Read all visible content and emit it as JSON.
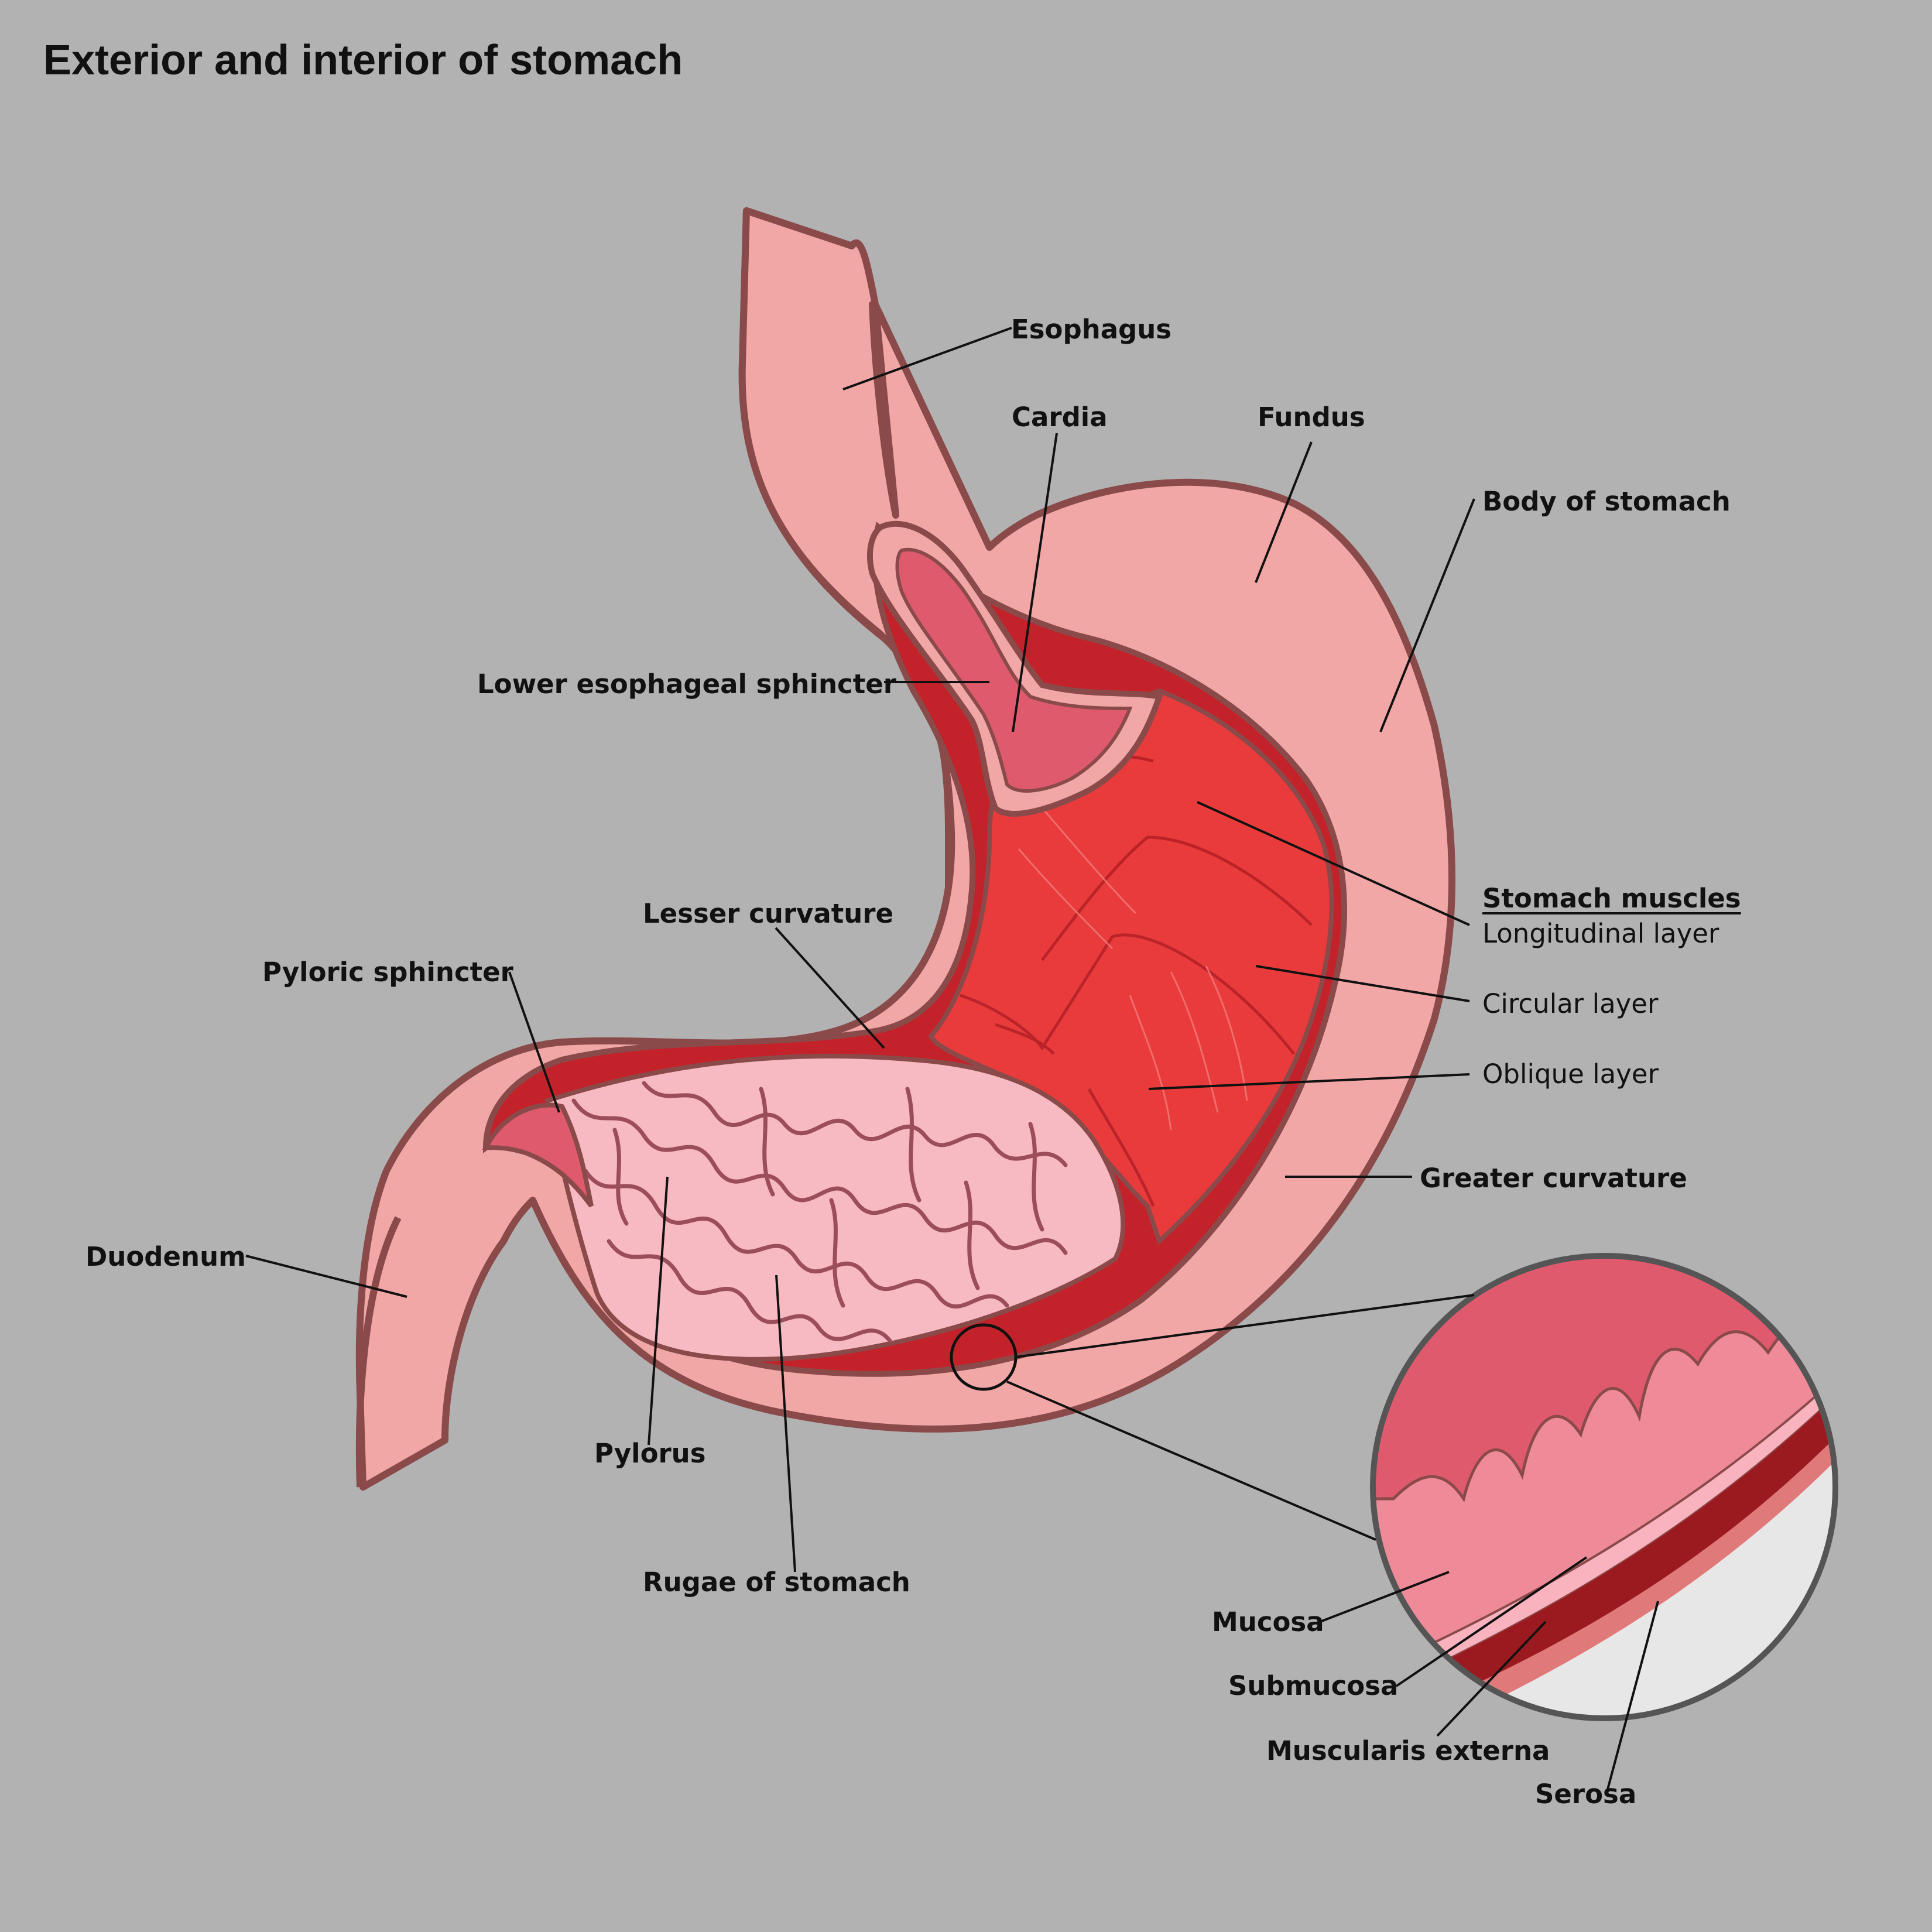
{
  "title": "Exterior and interior of stomach",
  "labels": {
    "esophagus": "Esophagus",
    "cardia": "Cardia",
    "fundus": "Fundus",
    "body": "Body of stomach",
    "les": "Lower esophageal sphincter",
    "lesser": "Lesser curvature",
    "pyloric_sphincter": "Pyloric sphincter",
    "duodenum": "Duodenum",
    "pylorus": "Pylorus",
    "rugae": "Rugae of stomach",
    "greater": "Greater curvature"
  },
  "muscles": {
    "heading": "Stomach muscles",
    "layers": [
      "Longitudinal layer",
      "Circular layer",
      "Oblique layer"
    ]
  },
  "wall_layers": [
    "Mucosa",
    "Submucosa",
    "Muscularis externa",
    "Serosa"
  ],
  "colors": {
    "background": "#b2b2b2",
    "outline": "#8a4a4a",
    "outer_wall": "#f2a7a7",
    "muscle": "#e93b3b",
    "rugae": "#f7b9c2",
    "mucosa": "#ef8b98",
    "deep_mucosa": "#e05a6e",
    "submucosa": "#f8b3bf",
    "muscularis": "#9b1a20",
    "serosa": "#e7e7e7"
  }
}
